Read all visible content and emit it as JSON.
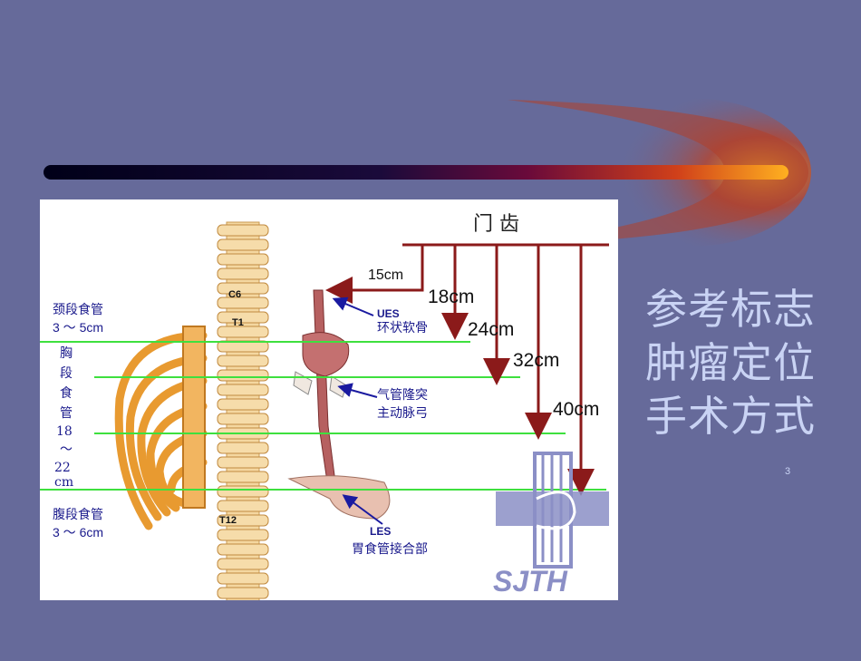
{
  "slide": {
    "side_text": [
      "参考标志",
      "肿瘤定位",
      "手术方式"
    ],
    "page_number": "3"
  },
  "figure": {
    "incisor_label": "门  齿",
    "distances": [
      "15cm",
      "18cm",
      "24cm",
      "32cm",
      "40cm"
    ],
    "vertebra_labels": [
      "C6",
      "T1",
      "T12"
    ],
    "left_labels": {
      "cervical": "颈段食管",
      "cervical_range": "3 ～ 5cm",
      "thoracic_chars": [
        "胸",
        "段",
        "食",
        "管",
        "18",
        "～",
        "22",
        "cm"
      ],
      "abdominal": "腹段食管",
      "abdominal_range": "3 ～ 6cm"
    },
    "annotations": {
      "ues": "UES",
      "ues_cn": "环状软骨",
      "carina_cn": "气管隆突",
      "arch_cn": "主动脉弓",
      "les": "LES",
      "les_cn": "胃食管接合部"
    },
    "logo_text": "SJTH",
    "colors": {
      "arrow": "#8b1a1a",
      "guide_line": "#3ee03e",
      "bone": "#e8a03a",
      "esophagus": "#b05a5a",
      "logo": "#8b8fc6"
    }
  }
}
